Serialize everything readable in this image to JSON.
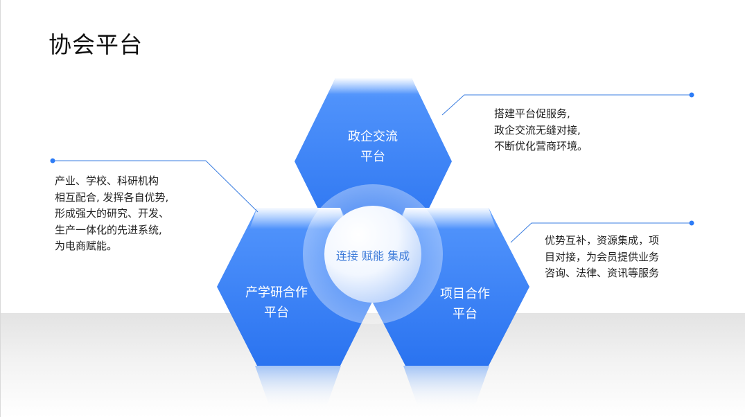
{
  "title": "协会平台",
  "hexagons": {
    "top": {
      "line1": "政企交流",
      "line2": "平台"
    },
    "left": {
      "line1": "产学研合作",
      "line2": "平台"
    },
    "right": {
      "line1": "项目合作",
      "line2": "平台"
    }
  },
  "center": {
    "text": "连接  赋能  集成"
  },
  "descriptions": {
    "left": [
      "产业、学校、科研机构",
      "相互配合, 发挥各自优势,",
      "形成强大的研究、开发、",
      "生产一体化的先进系统,",
      "为电商赋能。"
    ],
    "top_right": [
      "搭建平台促服务,",
      "政企交流无缝对接,",
      "不断优化营商环境。"
    ],
    "bottom_right": [
      "优势互补，资源集成，项",
      "目对接，为会员提供业务",
      "咨询、法律、资讯等服务"
    ]
  },
  "colors": {
    "accent": "#2d7cf6",
    "line": "#3a7de0"
  }
}
